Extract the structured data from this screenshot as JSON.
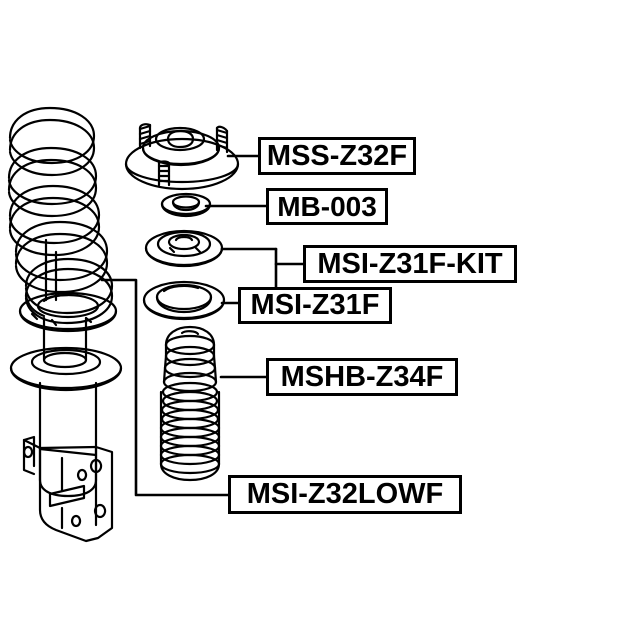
{
  "diagram": {
    "title": "Front strut assembly exploded parts diagram",
    "background_color": "#ffffff",
    "line_color": "#000000",
    "labels": [
      {
        "id": "strut-mount",
        "text": "MSS-Z32F",
        "part": "strut mount / support"
      },
      {
        "id": "mount-bearing",
        "text": "MB-003",
        "part": "mount bearing"
      },
      {
        "id": "spring-seat-kit",
        "text": "MSI-Z31F-KIT",
        "part": "upper spring insulator kit"
      },
      {
        "id": "spring-insulator",
        "text": "MSI-Z31F",
        "part": "upper spring insulator"
      },
      {
        "id": "dust-boot",
        "text": "MSHB-Z34F",
        "part": "shock absorber bellows / bump stop"
      },
      {
        "id": "lower-insulator",
        "text": "MSI-Z32LOWF",
        "part": "lower spring insulator"
      }
    ],
    "components": [
      {
        "id": "coil-spring",
        "name": "coil-spring"
      },
      {
        "id": "strut-shock",
        "name": "shock-absorber-strut"
      },
      {
        "id": "knuckle-bracket",
        "name": "steering-knuckle-bracket"
      },
      {
        "id": "strut-mount-part",
        "name": "strut-mount"
      },
      {
        "id": "bearing-part",
        "name": "mount-bearing"
      },
      {
        "id": "insulator-upper",
        "name": "upper-spring-insulator"
      },
      {
        "id": "insulator-seat",
        "name": "spring-seat"
      },
      {
        "id": "bellows-part",
        "name": "dust-boot-bellows"
      },
      {
        "id": "lower-seat-part",
        "name": "lower-spring-seat"
      }
    ]
  }
}
